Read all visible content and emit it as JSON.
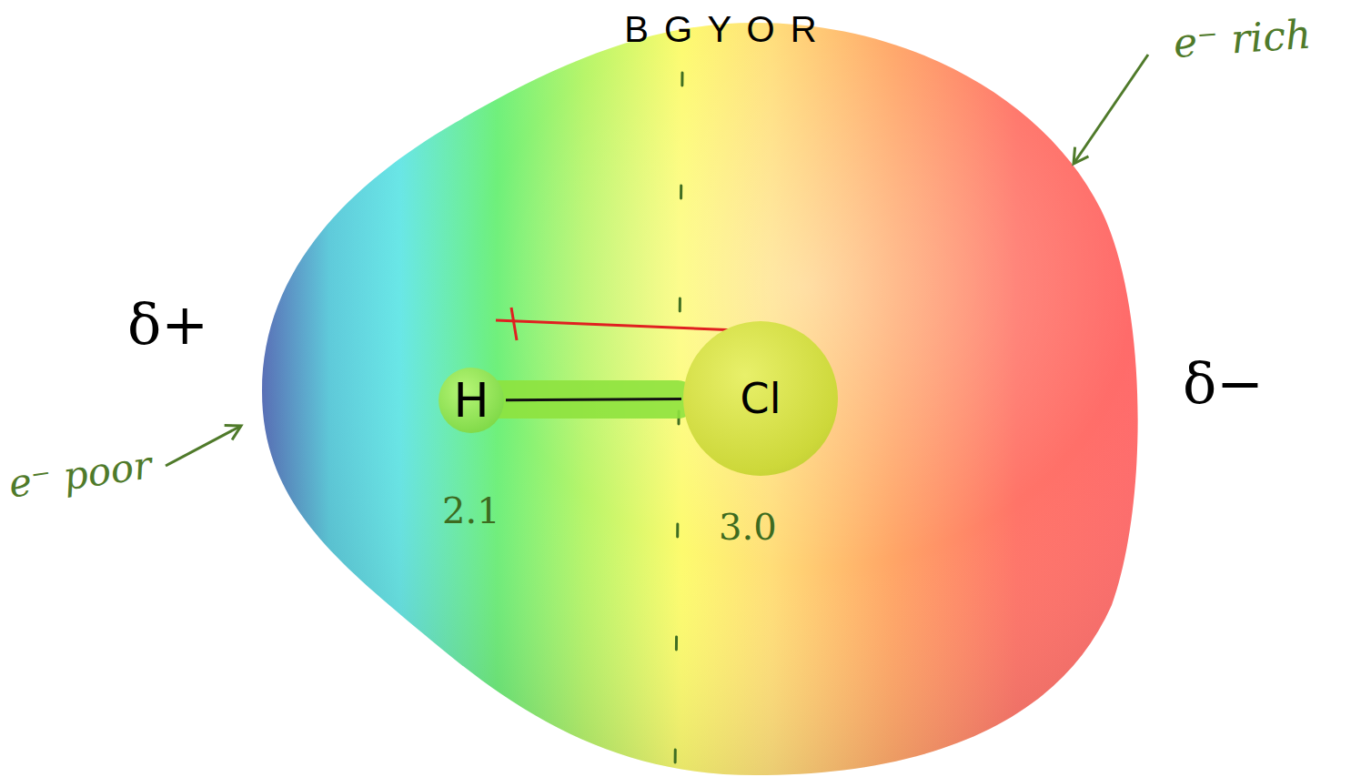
{
  "diagram": {
    "title": "B G Y O R",
    "nodes": [
      {
        "text": [
          "H"
        ]
      },
      {
        "text": [
          "Cl"
        ]
      }
    ],
    "edges": [
      {
        "from": 0,
        "to": 1,
        "arrow": "none"
      }
    ],
    "labels": [
      "e⁻ rich",
      "δ+",
      "δ−",
      "e⁻ poor",
      "2.1",
      "3.0"
    ]
  }
}
